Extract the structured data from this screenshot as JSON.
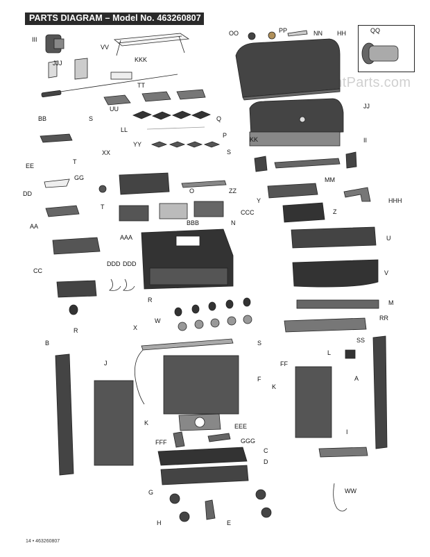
{
  "title": "PARTS DIAGRAM – Model No. 463260807",
  "watermark": "eReplacementParts.com",
  "footer": "14  •  463260807",
  "labels": {
    "III": "III",
    "VV": "VV",
    "OO": "OO",
    "PP": "PP",
    "NN": "NN",
    "HH": "HH",
    "QQ": "QQ",
    "JJJ": "JJJ",
    "KKK": "KKK",
    "TT": "TT",
    "UU": "UU",
    "Q": "Q",
    "JJ": "JJ",
    "BB": "BB",
    "S1": "S",
    "LL": "LL",
    "P": "P",
    "XX": "XX",
    "YY": "YY",
    "S2": "S",
    "T1": "T",
    "KK": "KK",
    "II": "II",
    "EE": "EE",
    "GG": "GG",
    "O": "O",
    "ZZ": "ZZ",
    "MM": "MM",
    "Y": "Y",
    "HHH": "HHH",
    "T2": "T",
    "DD": "DD",
    "Z": "Z",
    "BBB": "BBB",
    "CCC": "CCC",
    "AA": "AA",
    "AAA": "AAA",
    "N": "N",
    "U": "U",
    "CC": "CC",
    "DDD1": "DDD",
    "DDD2": "DDD",
    "V": "V",
    "M": "M",
    "R1": "R",
    "R2": "R",
    "W": "W",
    "RR": "RR",
    "X": "X",
    "SS": "SS",
    "S3": "S",
    "B": "B",
    "FF": "FF",
    "J": "J",
    "L": "L",
    "F": "F",
    "K1": "K",
    "A": "A",
    "K2": "K",
    "EEE": "EEE",
    "I": "I",
    "FFF": "FFF",
    "GGG": "GGG",
    "C": "C",
    "D": "D",
    "G": "G",
    "WW": "WW",
    "H": "H",
    "E": "E"
  }
}
